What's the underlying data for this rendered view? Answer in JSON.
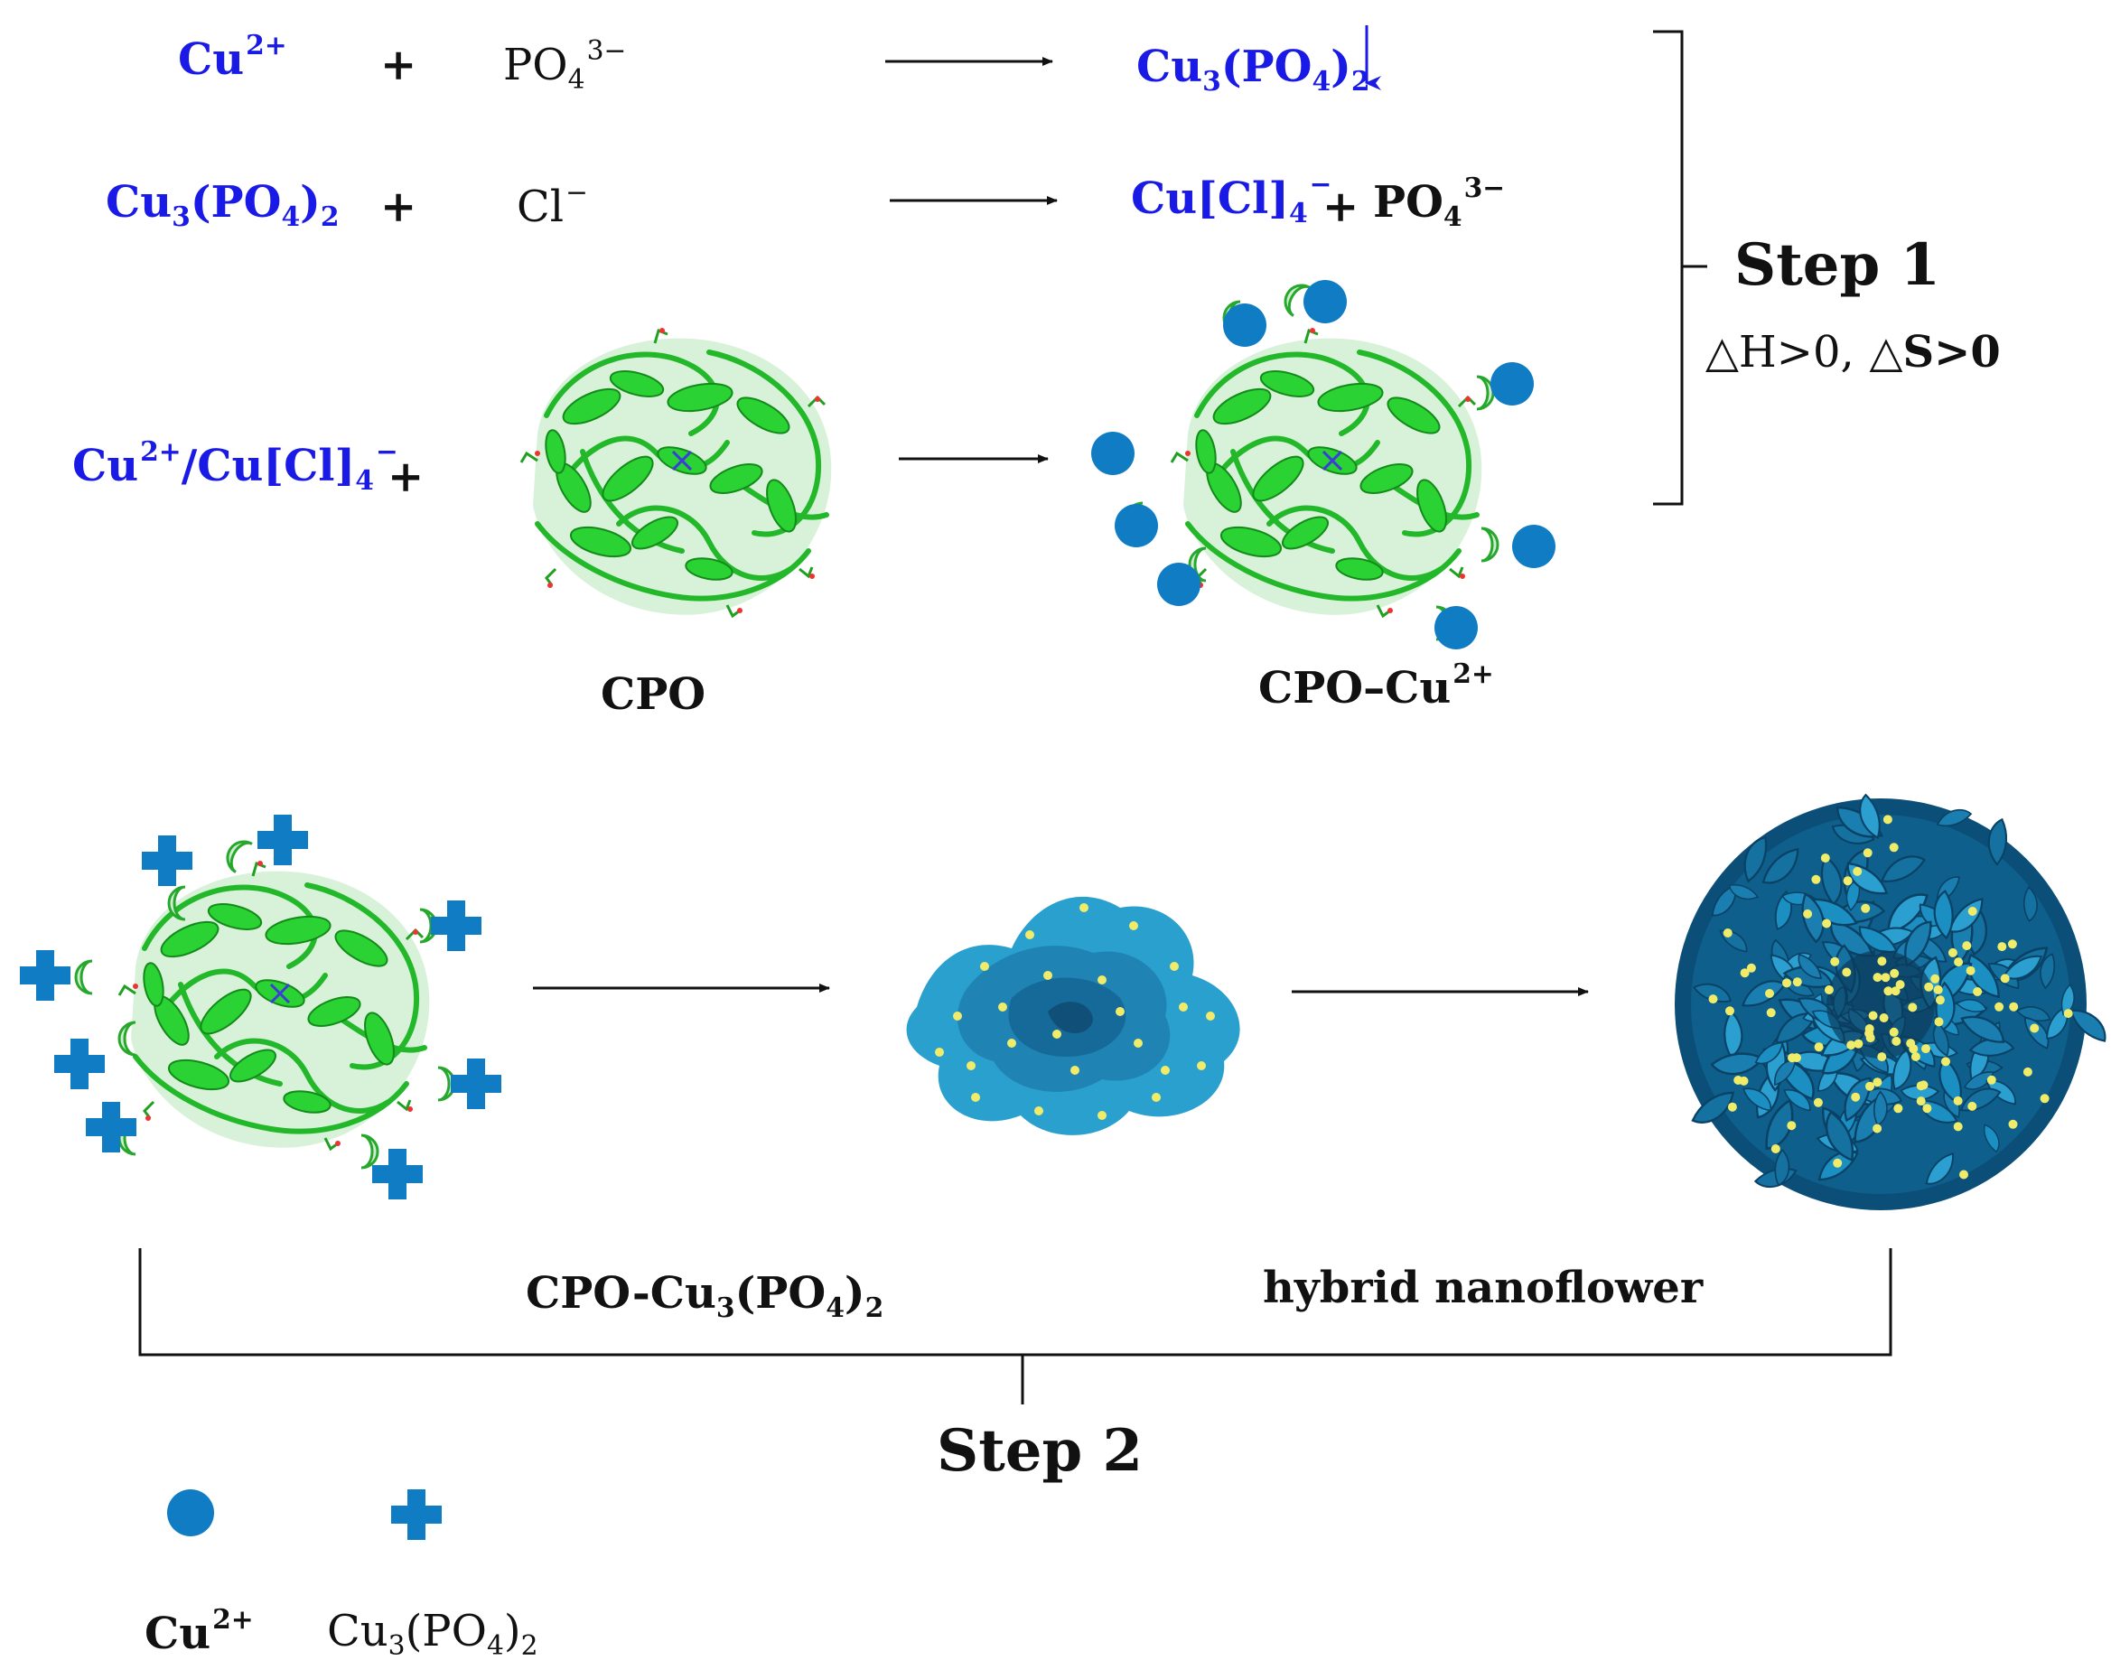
{
  "step1": {
    "eq1": {
      "reactant_a": {
        "base": "Cu",
        "sup": "2+"
      },
      "plus": "+",
      "reactant_b": {
        "base": "PO",
        "sub": "4",
        "sup": "3−"
      },
      "product": {
        "p1": "Cu",
        "s1": "3",
        "p2": "(PO",
        "s2": "4",
        "p3": ")",
        "s3": "2"
      },
      "precipitate_arrow": "↓"
    },
    "eq2": {
      "reactant_a": {
        "p1": "Cu",
        "s1": "3",
        "p2": "(PO",
        "s2": "4",
        "p3": ")",
        "s3": "2"
      },
      "plus": "+",
      "reactant_b": {
        "base": "Cl",
        "sup": "−"
      },
      "product_a": {
        "base": "Cu[Cl]",
        "sub": "4",
        "sup": "−"
      },
      "plus2": "+",
      "product_b": {
        "base": "PO",
        "sub": "4",
        "sup": "3−"
      }
    },
    "eq3": {
      "reactant_a": {
        "p1": "Cu",
        "sup": "2+",
        "p2": "/Cu[Cl]",
        "sub": "4",
        "sup2": "−"
      },
      "plus": "+",
      "protein_label": "CPO",
      "product_label": {
        "base": "CPO–Cu",
        "sup": "2+"
      }
    },
    "label": "Step 1",
    "thermo": {
      "dH": "△H>0,",
      "dS": "△",
      "dS_val": "S>0"
    }
  },
  "step2": {
    "label_a": {
      "p1": "CPO-Cu",
      "s1": "3",
      "p2": "(PO",
      "s2": "4",
      "p3": ")",
      "s3": "2"
    },
    "label_b": "hybrid nanoflower",
    "label": "Step 2"
  },
  "legend": {
    "circle_label": {
      "base": "Cu",
      "sup": "2+"
    },
    "cross_label": {
      "p1": "Cu",
      "s1": "3",
      "p2": "(PO",
      "s2": "4",
      "p3": ")",
      "s3": "2"
    }
  },
  "colors": {
    "ion_blue": "#0f7cc4",
    "protein_green": "#22c02a",
    "flower_blue": "#1c8fc2",
    "flower_dark": "#0b4f78",
    "dot_yellow": "#f0ec6a",
    "text_blue": "#1a1ae6"
  },
  "icons": {
    "cu_ion": "blue-circle",
    "cu3po4": "blue-cross",
    "protein": "green-ribbon-protein",
    "nanoflower": "blue-petal-flower"
  }
}
